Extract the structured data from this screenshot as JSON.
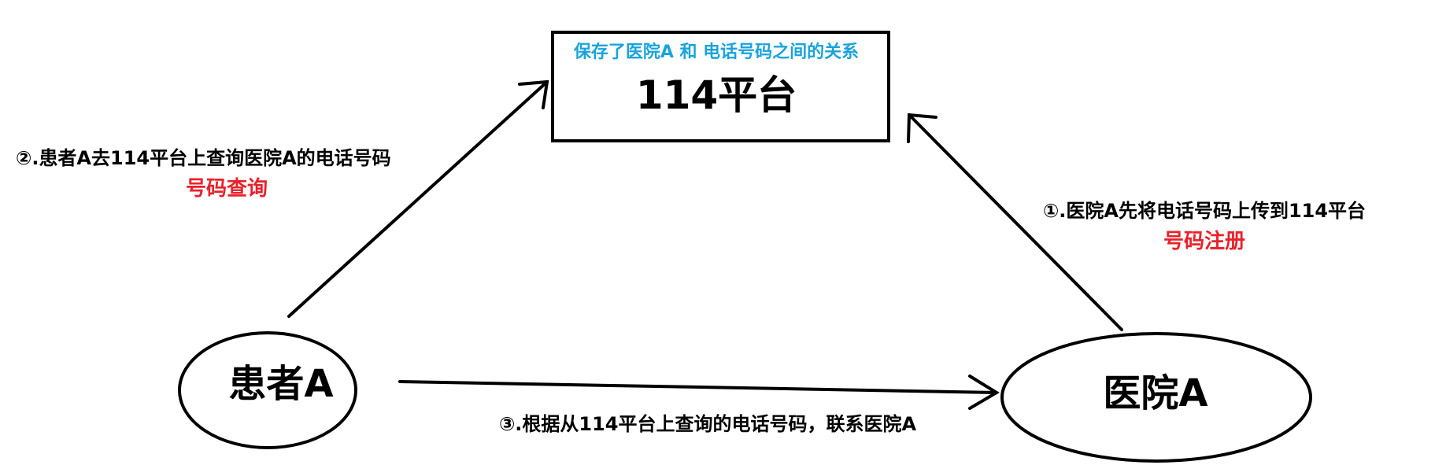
{
  "platform": {
    "subtitle": "保存了医院A 和 电话号码之间的关系",
    "title": "114平台"
  },
  "patient": {
    "label": "患者A"
  },
  "hospital": {
    "label": "医院A"
  },
  "steps": {
    "step1": {
      "text": "①.医院A先将电话号码上传到114平台",
      "tag": "号码注册"
    },
    "step2": {
      "text": "②.患者A去114平台上查询医院A的电话号码",
      "tag": "号码查询"
    },
    "step3": {
      "text": "③.根据从114平台上查询的电话号码，联系医院A"
    }
  },
  "colors": {
    "subtitle": "#1aa3dc",
    "tag": "#e8222b",
    "stroke": "#000000"
  }
}
